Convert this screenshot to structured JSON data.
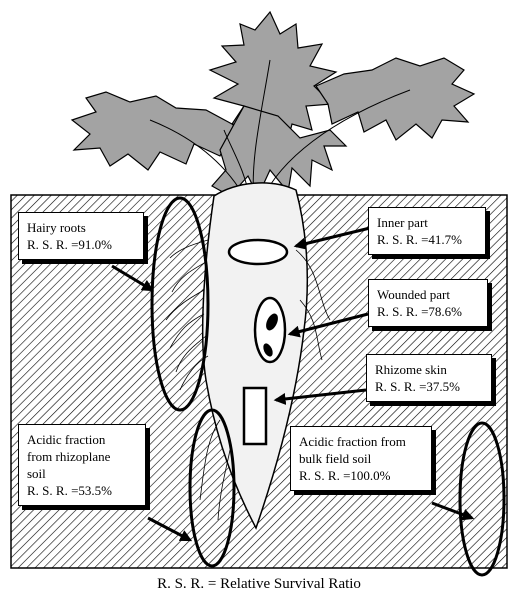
{
  "colors": {
    "ink": "#000000",
    "leaf_fill": "#a3a3a3",
    "root_fill": "#f2f2f2",
    "background": "#ffffff"
  },
  "labels": {
    "hairy_roots": {
      "name": "Hairy roots",
      "ratio": "R. S. R. =91.0%"
    },
    "inner_part": {
      "name": "Inner part",
      "ratio": "R. S. R. =41.7%"
    },
    "wounded_part": {
      "name": "Wounded part",
      "ratio": "R. S. R. =78.6%"
    },
    "rhizome_skin": {
      "name": "Rhizome skin",
      "ratio": "R. S. R. =37.5%"
    },
    "rhizoplane_soil": {
      "line1": "Acidic fraction",
      "line2": "from rhizoplane",
      "line3": "soil",
      "ratio": "R. S. R. =53.5%"
    },
    "bulk_soil": {
      "line1": "Acidic fraction from",
      "line2": "bulk field  soil",
      "ratio": "R. S. R. =100.0%"
    }
  },
  "footer": "R. S. R. =  Relative Survival Ratio"
}
